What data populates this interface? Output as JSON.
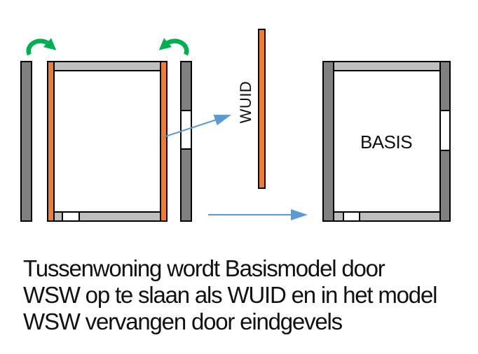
{
  "labels": {
    "wuid": "WUID",
    "basis": "BASIS"
  },
  "caption": {
    "lines": [
      "Tussenwoning wordt Basismodel door",
      "WSW op te slaan als WUID en in het model",
      "WSW vervangen door eindgevels"
    ]
  },
  "icons": {
    "rotate_left": "green-rotate-clockwise-arrow",
    "rotate_right": "green-rotate-counterclockwise-arrow",
    "to_wuid": "blue-diagonal-arrow",
    "to_basis": "blue-right-arrow"
  },
  "colors": {
    "orange": "#ED7D31",
    "dark_gray": "#808080",
    "light_gray": "#BFBFBF",
    "green": "#00B050",
    "blue": "#5B9BD5",
    "outline": "#000000",
    "text": "#111111",
    "background": "#FFFFFF"
  }
}
